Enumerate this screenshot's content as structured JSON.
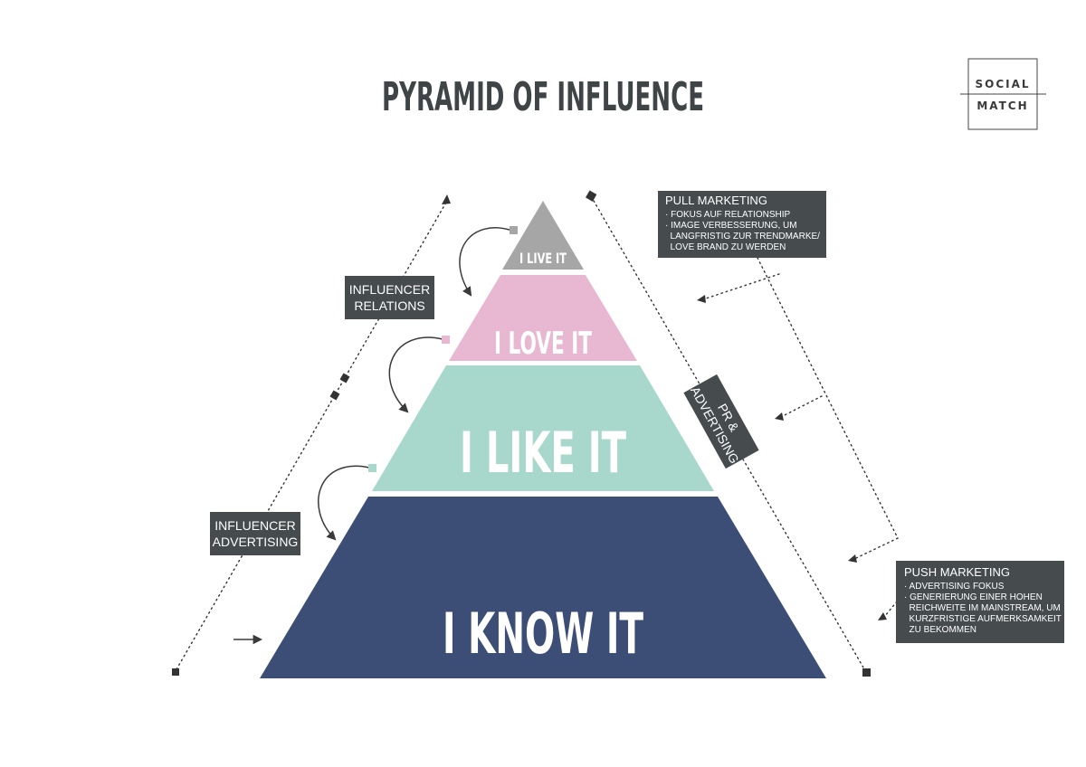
{
  "title": "PYRAMID OF INFLUENCE",
  "logo": {
    "line1": "SOCIAL",
    "line2": "MATCH"
  },
  "tiers": [
    {
      "label": "I LIVE IT",
      "color": "#a6a6a6"
    },
    {
      "label": "I LOVE IT",
      "color": "#e8b8d2"
    },
    {
      "label": "I LIKE IT",
      "color": "#a8d8cb"
    },
    {
      "label": "I KNOW IT",
      "color": "#3c4e75"
    }
  ],
  "boxes": {
    "influencer_relations": [
      "INFLUENCER",
      "RELATIONS"
    ],
    "influencer_advertising": [
      "INFLUENCER",
      "ADVERTISING"
    ],
    "pr_advertising": [
      "PR &",
      "ADVERTISING"
    ],
    "pull_marketing": {
      "heading": "PULL MARKETING",
      "bullets": [
        "· FOKUS AUF RELATIONSHIP",
        "· IMAGE VERBESSERUNG, UM",
        "  LANGFRISTIG ZUR TRENDMARKE/",
        "  LOVE BRAND ZU WERDEN"
      ]
    },
    "push_marketing": {
      "heading": "PUSH MARKETING",
      "bullets": [
        "· ADVERTISING FOKUS",
        "· GENERIERUNG EINER HOHEN",
        "  REICHWEITE IM MAINSTREAM, UM",
        "  KURZFRISTIGE AUFMERKSAMKEIT",
        "  ZU BEKOMMEN"
      ]
    }
  },
  "colors": {
    "box_bg": "#464b4e",
    "title": "#3f4547"
  }
}
